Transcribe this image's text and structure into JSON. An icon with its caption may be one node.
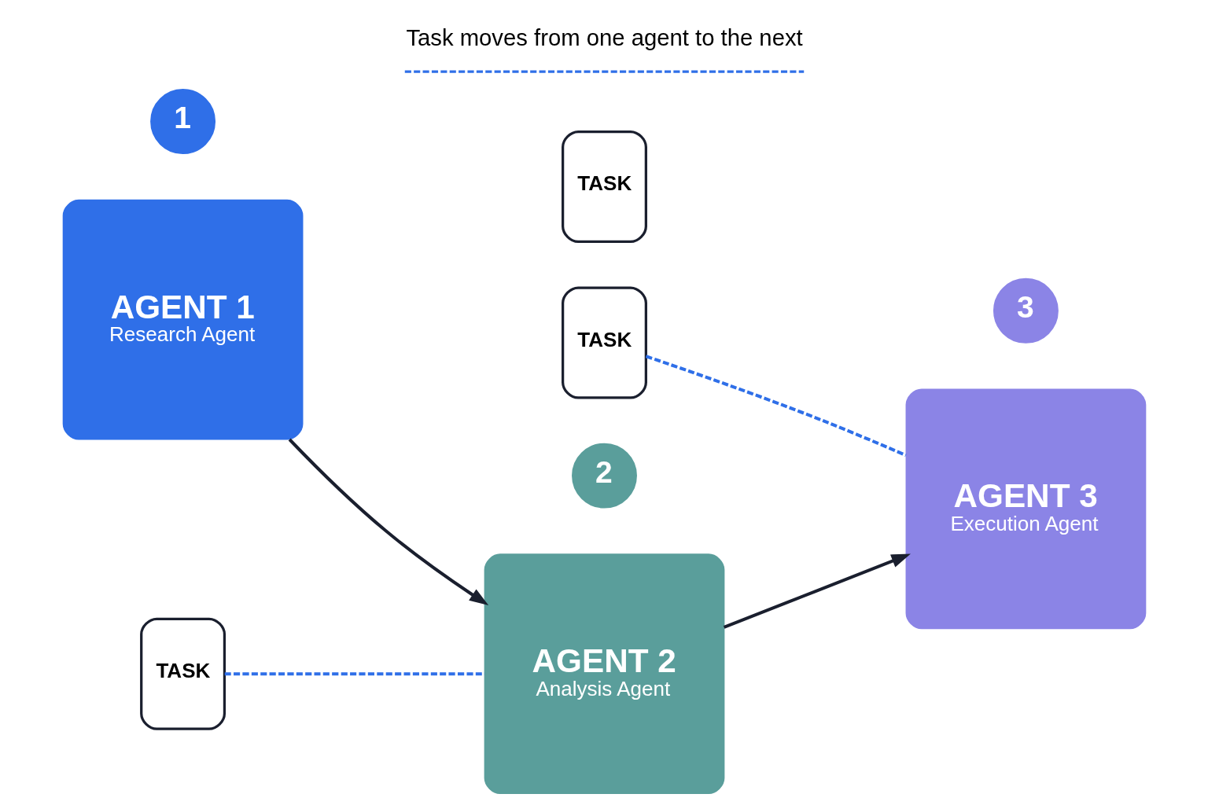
{
  "diagram": {
    "nodes": [
      {
        "text": [
          "1"
        ]
      },
      {
        "text": [
          "AGENT 1",
          "Research Agent"
        ]
      },
      {
        "text": [
          "2"
        ]
      },
      {
        "text": [
          "AGENT 2",
          "Analysis Agent"
        ]
      },
      {
        "text": [
          "3"
        ]
      },
      {
        "text": [
          "AGENT 3",
          "Execution Agent"
        ]
      },
      {
        "text": [
          "TASK"
        ]
      },
      {
        "text": [
          "TASK"
        ]
      },
      {
        "text": [
          "TASK"
        ]
      }
    ],
    "edges": [
      {
        "from": 1,
        "to": 3,
        "arrow": "to"
      },
      {
        "from": 6,
        "to": 3,
        "arrow": "none",
        "style": "dashed",
        "color": "#2f6fe8"
      },
      {
        "from": 3,
        "to": 5,
        "arrow": "to"
      },
      {
        "from": 7,
        "to": 5,
        "arrow": "none",
        "style": "dashed",
        "color": "#2f6fe8"
      }
    ],
    "legend": [
      {
        "text": "Task moves from one agent to the next"
      }
    ]
  }
}
